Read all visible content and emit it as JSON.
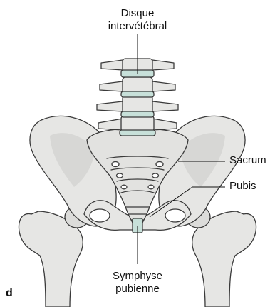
{
  "labels": {
    "disc_line1": "Disque",
    "disc_line2": "intervétébral",
    "sacrum": "Sacrum",
    "pubis": "Pubis",
    "symphysis_line1": "Symphyse",
    "symphysis_line2": "pubienne",
    "panel": "d"
  },
  "colors": {
    "bone": "#e6e6e4",
    "bone_shade": "#cfcfcd",
    "disc": "#c7e0d9",
    "outline": "#3a3a3a"
  }
}
